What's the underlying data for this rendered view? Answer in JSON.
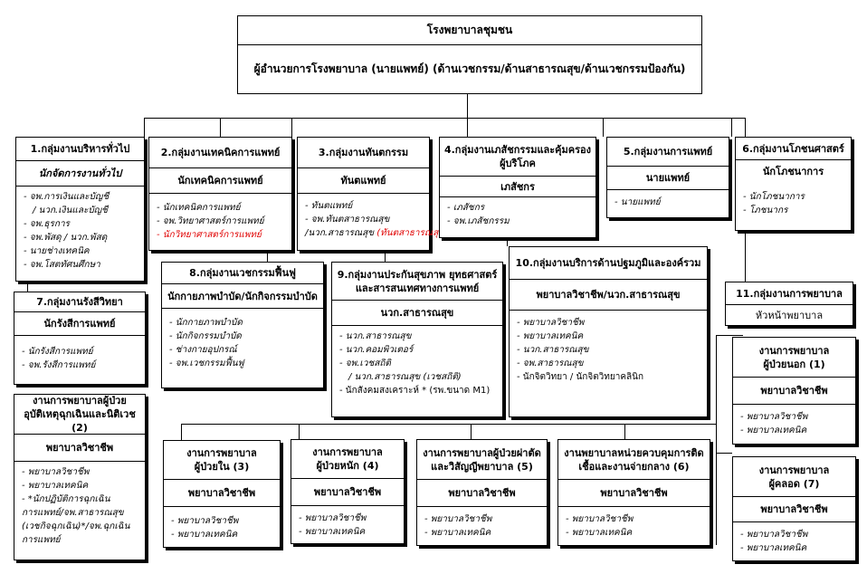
{
  "top": {
    "title": "โรงพยาบาลชุมชน",
    "subtitle": "ผู้อำนวยการโรงพยาบาล (นายแพทย์) (ด้านเวชกรรม/ด้านสาธารณสุข/ด้านเวชกรรมป้องกัน)"
  },
  "g1": {
    "title": "1.กลุ่มงานบริหารทั่วไป",
    "position": "นักจัดการงานทั่วไป",
    "items": [
      "- จพ.การเงินและบัญชี",
      "/ นวก.เงินและบัญชี",
      "- จพ.ธุรการ",
      "- จพ.พัสดุ / นวก.พัสดุ",
      "- นายช่างเทคนิค",
      "- จพ.โสตทัศนศึกษา"
    ]
  },
  "g2": {
    "title": "2.กลุ่มงานเทคนิคการแพทย์",
    "position": "นักเทคนิคการแพทย์",
    "items": [
      "- นักเทคนิคการแพทย์",
      "- จพ.วิทยาศาสตร์การแพทย์",
      "- นักวิทยาศาสตร์การแพทย์"
    ]
  },
  "g3": {
    "title": "3.กลุ่มงานทันตกรรม",
    "position": "ทันตแพทย์",
    "items": [
      "- ทันตแพทย์",
      "- จพ.ทันตสาธารณสุข",
      "/นวก.สาธารณสุข"
    ],
    "red_note": "(ทันตสาธารณสุข)"
  },
  "g4": {
    "title_1": "4.กลุ่มงานเภสัชกรรมและคุ้มครอง",
    "title_2": "ผู้บริโภค",
    "position": "เภสัชกร",
    "items": [
      "- เภสัชกร",
      "- จพ.เภสัชกรรม"
    ]
  },
  "g5": {
    "title": "5.กลุ่มงานการแพทย์",
    "position": "นายแพทย์",
    "items": [
      "- นายแพทย์"
    ]
  },
  "g6": {
    "title": "6.กลุ่มงานโภชนศาสตร์",
    "position": "นักโภชนาการ",
    "items": [
      "- นักโภชนาการ",
      "- โภชนากร"
    ]
  },
  "g7": {
    "title": "7.กลุ่มงานรังสีวิทยา",
    "position": "นักรังสีการแพทย์",
    "items": [
      "- นักรังสีการแพทย์",
      "- จพ.รังสีการแพทย์"
    ]
  },
  "g8": {
    "title": "8.กลุ่มงานเวชกรรมฟื้นฟู",
    "position": "นักกายภาพบำบัด/นักกิจกรรมบำบัด",
    "items": [
      "- นักกายภาพบำบัด",
      "- นักกิจกรรมบำบัด",
      "- ช่างกายอุปกรณ์",
      "- จพ.เวชกรรมฟื้นฟู"
    ]
  },
  "g9": {
    "title_1": "9.กลุ่มงานประกันสุขภาพ ยุทธศาสตร์",
    "title_2": "และสารสนเทศทางการแพทย์",
    "position": "นวก.สาธารณสุข",
    "items": [
      "- นวก.สาธารณสุข",
      "- นวก.คอมพิวเตอร์",
      "- จพ.เวชสถิติ",
      "/ นวก.สาธารณสุข (เวชสถิติ)",
      "- นักสังคมสงเคราะห์ * (รพ.ขนาด M1)"
    ]
  },
  "g10": {
    "title": "10.กลุ่มงานบริการด้านปฐมภูมิและองค์รวม",
    "position": "พยาบาลวิชาชีพ/นวก.สาธารณสุข",
    "items": [
      "- พยาบาลวิชาชีพ",
      "- พยาบาลเทคนิค",
      "- นวก.สาธารณสุข",
      "- จพ.สาธารณสุข",
      "- นักจิตวิทยา / นักจิตวิทยาคลินิก"
    ]
  },
  "g11": {
    "title": "11.กลุ่มงานการพยาบาล",
    "position": "หัวหน้าพยาบาล"
  },
  "n1": {
    "title_1": "งานการพยาบาล",
    "title_2": "ผู้ป่วยนอก (1)",
    "position": "พยาบาลวิชาชีพ",
    "items": [
      "- พยาบาลวิชาชีพ",
      "- พยาบาลเทคนิค"
    ]
  },
  "n2": {
    "title_1": "งานการพยาบาลผู้ป่วย",
    "title_2": "อุบัติเหตุฉุกเฉินและนิติเวช (2)",
    "position": "พยาบาลวิชาชีพ",
    "items": [
      "- พยาบาลวิชาชีพ",
      "- พยาบาลเทคนิค",
      "- *นักปฏิบัติการฉุกเฉิน",
      "การแพทย์/จพ.สาธารณสุข",
      "(เวชกิจฉุกเฉิน)*/จพ.ฉุกเฉิน",
      "การแพทย์"
    ]
  },
  "n3": {
    "title_1": "งานการพยาบาล",
    "title_2": "ผู้ป่วยใน (3)",
    "position": "พยาบาลวิชาชีพ",
    "items": [
      "- พยาบาลวิชาชีพ",
      "- พยาบาลเทคนิค"
    ]
  },
  "n4": {
    "title_1": "งานการพยาบาล",
    "title_2": "ผู้ป่วยหนัก (4)",
    "position": "พยาบาลวิชาชีพ",
    "items": [
      "- พยาบาลวิชาชีพ",
      "- พยาบาลเทคนิค"
    ]
  },
  "n5": {
    "title_1": "งานการพยาบาลผู้ป่วยผ่าตัด",
    "title_2": "และวิสัญญีพยาบาล (5)",
    "position": "พยาบาลวิชาชีพ",
    "items": [
      "- พยาบาลวิชาชีพ",
      "- พยาบาลเทคนิค"
    ]
  },
  "n6": {
    "title_1": "งานพยาบาลหน่วยควบคุมการติด",
    "title_2": "เชื้อและงานจ่ายกลาง (6)",
    "position": "พยาบาลวิชาชีพ",
    "items": [
      "- พยาบาลวิชาชีพ",
      "- พยาบาลเทคนิค"
    ]
  },
  "n7": {
    "title_1": "งานการพยาบาล",
    "title_2": "ผู้คลอด (7)",
    "position": "พยาบาลวิชาชีพ",
    "items": [
      "- พยาบาลวิชาชีพ",
      "- พยาบาลเทคนิค"
    ]
  },
  "colors": {
    "line": "#000000",
    "highlight": "#e00000",
    "background": "#ffffff"
  }
}
